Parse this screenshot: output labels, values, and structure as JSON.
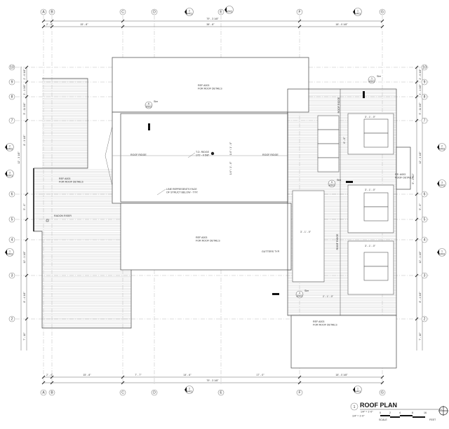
{
  "grid": {
    "columns": [
      "A",
      "B",
      "C",
      "D",
      "E",
      "F",
      "G"
    ],
    "rows": [
      "10",
      "9",
      "8",
      "7",
      "6",
      "5",
      "4",
      "3",
      "2"
    ]
  },
  "dimensions": {
    "top_overall": "79' - 3 1/8\"",
    "top": [
      "2' - 0\"",
      "15' - 8\"",
      "38' - 8\"",
      "18' - 0 1/8\""
    ],
    "bottom": [
      "2' - 4\"",
      "15' - 8\"",
      "7' - 7\"",
      "14' - 6\"",
      "17' - 0\"",
      "18' - 0 1/8\""
    ],
    "bottom_overall": "79' - 3 1/8\"",
    "left": [
      "2' - 0 3/8\"",
      "3' - 1 3/8\"",
      "5' - 11 3/8\"",
      "8' - 3 1/8\"",
      "12' - 3 1/8\"",
      "5' - 0\"",
      "12' - 1 1/8\"",
      "8' - 4 3/8\"",
      "7' - 10\""
    ],
    "right": [
      "2' - 0 3/8\"",
      "3' - 1 3/8\"",
      "5' - 11 3/8\"",
      "12' - 3 1/8\"",
      "5' - 0\"",
      "12' - 1 1/8\"",
      "8' - 4 3/8\"",
      "7' - 10\""
    ],
    "local": [
      "3' - 1' - 0\"",
      "3' - 1' - 0\"",
      "3' - 1' - 0\"",
      "3' - 1' - 0\"",
      "2' - 1' - 0\"",
      "6' - 0\"",
      "5' - 1 1/2\"",
      "1/4\" / 1' - 0\"",
      "1/4\" / 1' - 0\""
    ]
  },
  "section_markers": [
    {
      "number": "2",
      "sheet": "A401"
    },
    {
      "number": "",
      "sheet": "A502"
    },
    {
      "number": "1",
      "sheet": "A401"
    },
    {
      "number": "2",
      "sheet": "A402"
    },
    {
      "number": "3",
      "sheet": "A301"
    },
    {
      "number": "1",
      "sheet": "A402"
    },
    {
      "number": "2",
      "sheet": "A402"
    },
    {
      "number": "3",
      "sheet": "A302"
    },
    {
      "number": "1",
      "sheet": "A402"
    },
    {
      "number": "2",
      "sheet": "A401"
    },
    {
      "number": "1",
      "sheet": "A401"
    }
  ],
  "detail_tags": [
    {
      "number": "6",
      "sheet": "A502",
      "note": "Sim"
    },
    {
      "number": "1",
      "sheet": "A502",
      "note": "Sim"
    },
    {
      "number": "5",
      "sheet": "A502",
      "note": "Sim"
    },
    {
      "number": "3",
      "sheet": "A502",
      "note": "Sim"
    }
  ],
  "notes": {
    "ref_line1": "REF A003",
    "ref_line2": "FOR ROOF DETAILS",
    "re_line1": "RE: A003",
    "re_line2": "ROOF DETAILS",
    "roof_ridge": "ROOF RIDGE",
    "to_ridge_1": "T.O. RIDGE",
    "to_ridge_2": "172' - 0 5/8\"",
    "line_rep_1": "LINE REPRESENTS FACE",
    "line_rep_2": "OF STRUCT BELOW - TYP.",
    "radon": "RADON RISER",
    "gutters": "GUTTERS TYP."
  },
  "title_block": {
    "number": "1",
    "title": "ROOF PLAN",
    "scale_text": "1/4\" = 1'-0\"",
    "scale_label": "SCALE",
    "unit_label": "FEET",
    "scale_ticks": [
      "0",
      "2",
      "4",
      "8",
      "16"
    ]
  }
}
